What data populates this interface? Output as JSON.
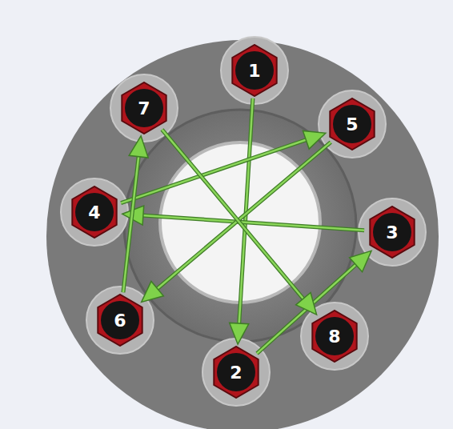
{
  "diagram": {
    "nodes": [
      {
        "text": [
          "1"
        ]
      },
      {
        "text": [
          "2"
        ]
      },
      {
        "text": [
          "3"
        ]
      },
      {
        "text": [
          "4"
        ]
      },
      {
        "text": [
          "5"
        ]
      },
      {
        "text": [
          "6"
        ]
      },
      {
        "text": [
          "7"
        ]
      },
      {
        "text": [
          "8"
        ]
      }
    ],
    "edges": [
      {
        "from": 0,
        "to": 1,
        "arrow": "to"
      },
      {
        "from": 1,
        "to": 2,
        "arrow": "to"
      },
      {
        "from": 2,
        "to": 3,
        "arrow": "to"
      },
      {
        "from": 3,
        "to": 4,
        "arrow": "to"
      },
      {
        "from": 4,
        "to": 5,
        "arrow": "to"
      },
      {
        "from": 5,
        "to": 6,
        "arrow": "to"
      },
      {
        "from": 6,
        "to": 7,
        "arrow": "to"
      }
    ]
  }
}
